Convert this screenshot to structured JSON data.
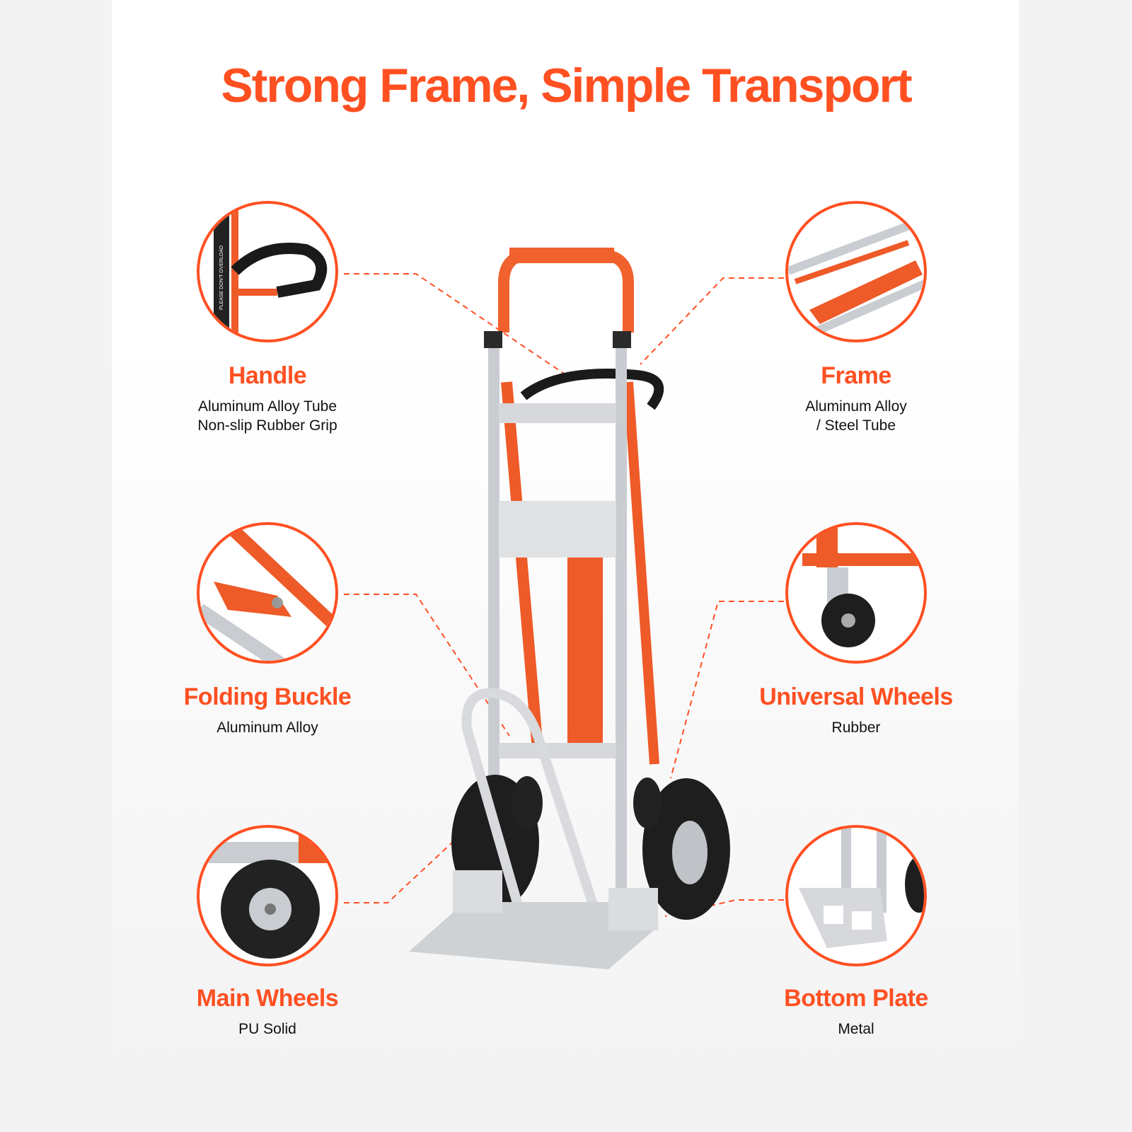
{
  "title": "Strong Frame, Simple Transport",
  "accent_color": "#ff5022",
  "features": [
    {
      "name": "Handle",
      "lines": [
        "Aluminum Alloy Tube",
        "Non-slip Rubber Grip"
      ]
    },
    {
      "name": "Frame",
      "lines": [
        "Aluminum Alloy",
        "/ Steel Tube"
      ]
    },
    {
      "name": "Folding Buckle",
      "lines": [
        "Aluminum Alloy"
      ]
    },
    {
      "name": "Universal Wheels",
      "lines": [
        "Rubber"
      ]
    },
    {
      "name": "Main Wheels",
      "lines": [
        "PU Solid"
      ]
    },
    {
      "name": "Bottom Plate",
      "lines": [
        "Metal"
      ]
    }
  ],
  "handle_warning_text": "PLEASE DON'T OVERLOAD"
}
